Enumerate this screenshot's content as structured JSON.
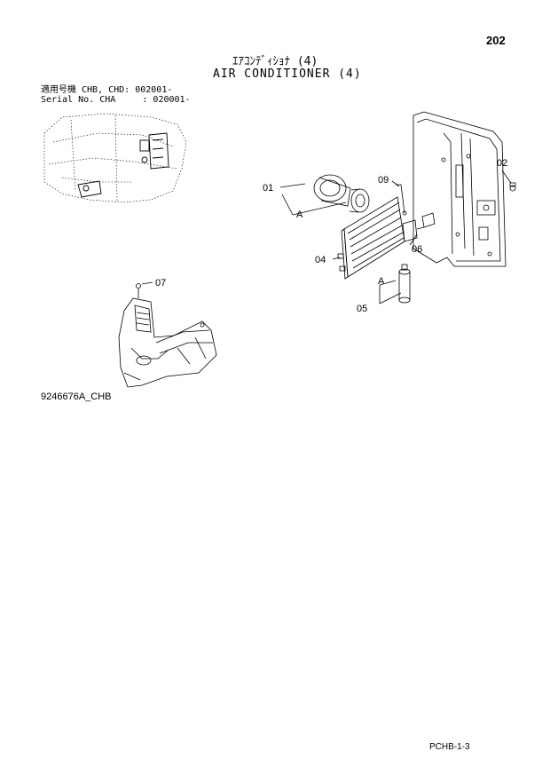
{
  "header": {
    "page_number": "202",
    "title_jp": "ｴｱｺﾝﾃﾞｨｼｮﾅ (4)",
    "title_en": "AIR CONDITIONER (4)"
  },
  "applicability": {
    "line1": "適用号機 CHB, CHD: 002001-",
    "line2": "Serial No. CHA     : 020001-"
  },
  "callouts": {
    "c01": "01",
    "c02": "02",
    "c04": "04",
    "c05": "05",
    "c06": "06",
    "c07": "07",
    "c09": "09",
    "ref_a1": "A",
    "ref_a2": "A"
  },
  "figure_id": "9246676A_CHB",
  "footer": {
    "code": "PCHB-1-3"
  }
}
